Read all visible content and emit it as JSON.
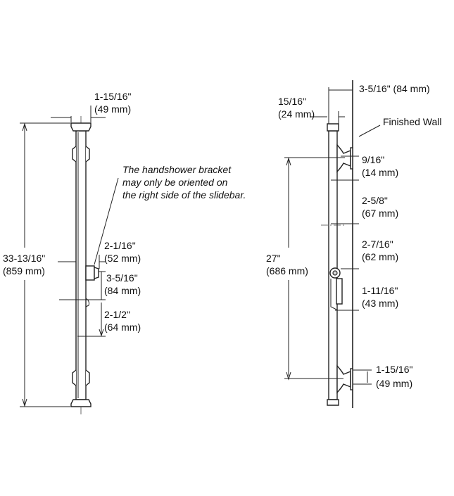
{
  "front_view": {
    "top_width": [
      "1-15/16\"",
      "(49 mm)"
    ],
    "overall_height": [
      "33-13/16\"",
      "(859 mm)"
    ],
    "bracket_offset": [
      "2-1/16\"",
      "(52 mm)"
    ],
    "bracket_height": [
      "3-5/16\"",
      "(84 mm)"
    ],
    "bracket_lower": [
      "2-1/2\"",
      "(64 mm)"
    ],
    "note": [
      "The handshower bracket",
      "may only be oriented on",
      "the right side of the slidebar."
    ]
  },
  "side_view": {
    "wall_projection": "3-5/16\" (84 mm)",
    "bar_depth": [
      "15/16\"",
      "(24 mm)"
    ],
    "wall_label": "Finished Wall",
    "mount_thickness": [
      "9/16\"",
      "(14 mm)"
    ],
    "center_height": [
      "27\"",
      "(686 mm)"
    ],
    "dim_a": [
      "2-5/8\"",
      "(67 mm)"
    ],
    "dim_b": [
      "2-7/16\"",
      "(62 mm)"
    ],
    "dim_c": [
      "1-11/16\"",
      "(43 mm)"
    ],
    "mount_width": [
      "1-15/16\"",
      "(49 mm)"
    ]
  }
}
